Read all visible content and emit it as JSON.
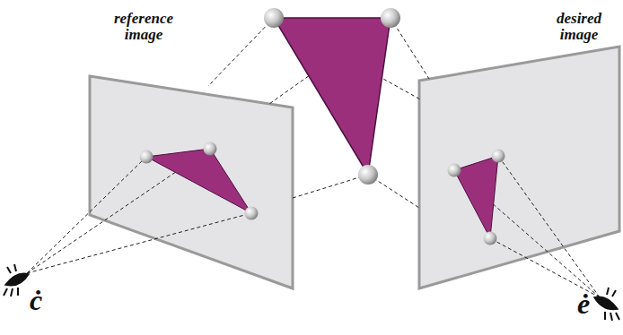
{
  "diagram": {
    "labels": [
      "reference image",
      "desired image",
      "ċ",
      "ė"
    ]
  }
}
